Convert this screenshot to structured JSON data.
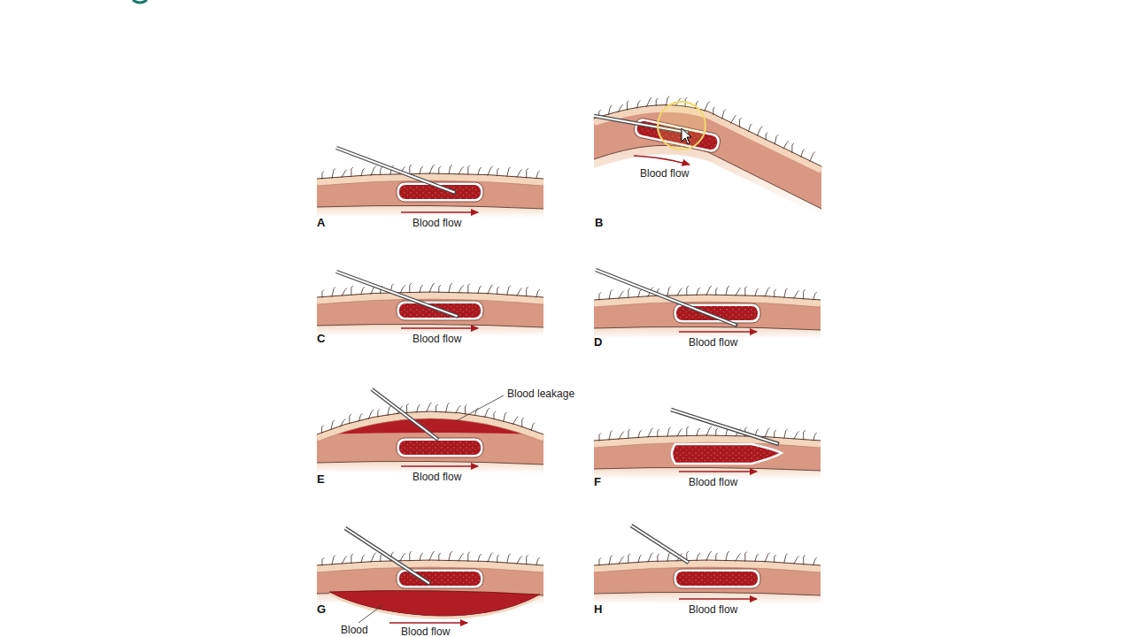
{
  "diagram": {
    "labels": [
      "A",
      "Blood flow",
      "B",
      "Blood flow",
      "C",
      "Blood flow",
      "D",
      "Blood flow",
      "Blood leakage",
      "E",
      "Blood flow",
      "F",
      "Blood flow",
      "G",
      "Blood",
      "Blood flow",
      "H",
      "Blood flow"
    ]
  }
}
